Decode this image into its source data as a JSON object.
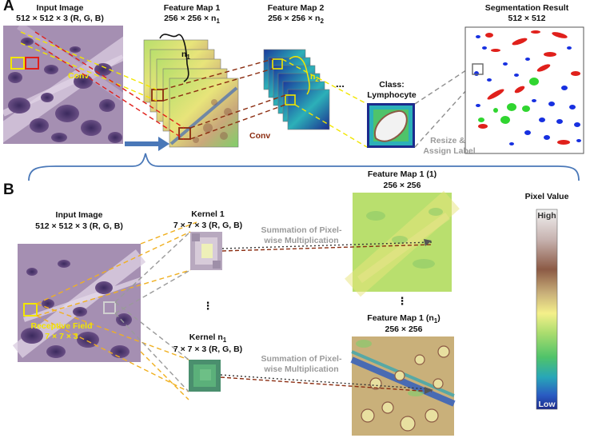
{
  "panel_a": {
    "label": "A",
    "input_title": "Input Image",
    "input_dims": "512 × 512 × 3 (R, G, B)",
    "fmap1_title": "Feature Map 1",
    "fmap1_dims": "256 × 256 × n",
    "fmap1_sub": "1",
    "fmap2_title": "Feature Map 2",
    "fmap2_dims": "256 × 256 × n",
    "fmap2_sub": "2",
    "ellipsis": "...",
    "n1_label": "n",
    "n1_sub": "1",
    "n2_label": "n",
    "n2_sub": "2",
    "conv_label_1": "Conv",
    "conv_label_2": "Conv",
    "class_label": "Class:",
    "class_value": "Lymphocyte",
    "resize_label_1": "Resize &",
    "resize_label_2": "Assign Label",
    "seg_title": "Segmentation Result",
    "seg_dims": "512 × 512"
  },
  "panel_b": {
    "label": "B",
    "input_title": "Input Image",
    "input_dims": "512 × 512 × 3 (R, G, B)",
    "kernel1_title": "Kernel 1",
    "kernel1_dims": "7 × 7 × 3 (R, G, B)",
    "kerneln_title": "Kernel n",
    "kerneln_sub": "1",
    "kerneln_dims": "7 × 7 × 3 (R, G, B)",
    "vdots": "⋮",
    "receptive_1": "Receptive Field",
    "receptive_2": "7 × 7 × 3",
    "sum_1a": "Summation of Pixel-",
    "sum_1b": "wise Multiplication",
    "sum_2a": "Summation of Pixel-",
    "sum_2b": "wise Multiplication",
    "fm1_title": "Feature Map 1 (1)",
    "fm1_dims": "256 × 256",
    "fmn_title": "Feature Map 1 (n",
    "fmn_sub": "1",
    "fmn_close": ")",
    "fmn_dims": "256 × 256"
  },
  "colorbar": {
    "title": "Pixel Value",
    "high": "High",
    "low": "Low",
    "stops": [
      "#f2f2f2",
      "#c7b3b0",
      "#8c5a45",
      "#c9b07a",
      "#f4f08a",
      "#a9dc6e",
      "#4fc36a",
      "#28a6b8",
      "#2a5bc2",
      "#1b2a8c"
    ]
  }
}
